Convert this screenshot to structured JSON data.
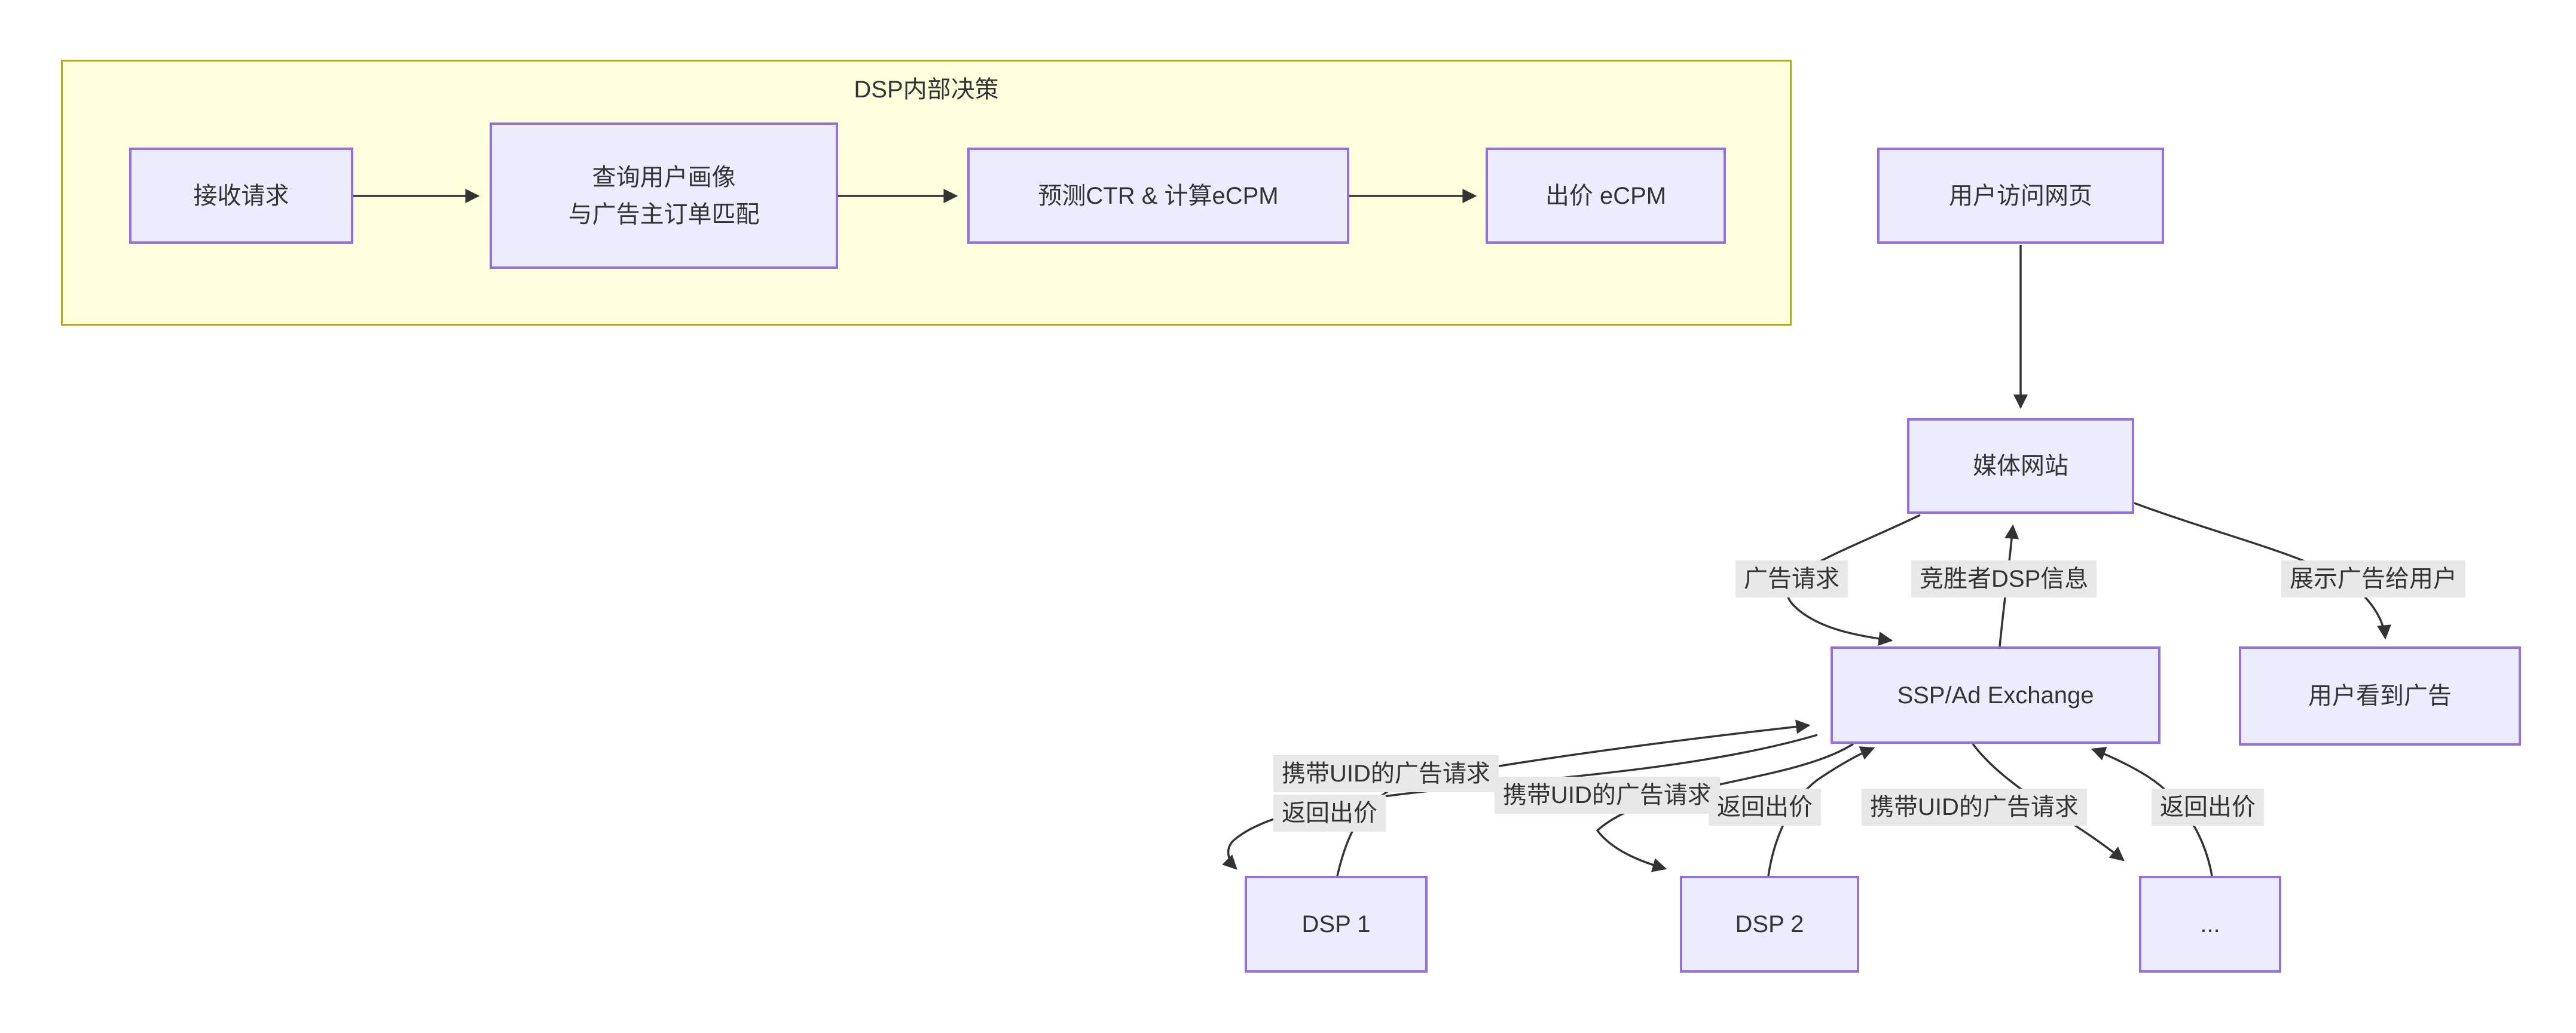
{
  "colors": {
    "node-fill": "#ECECFF",
    "node-border": "#9370DB",
    "cluster-fill": "#ffffde",
    "cluster-border": "#aaaa33",
    "edge-stroke": "#333333",
    "label-bg": "#e8e8e8",
    "text-color": "#333333",
    "page-bg": "#ffffff"
  },
  "subgraph": {
    "title": "DSP内部决策"
  },
  "diagram": {
    "nodes": [
      {
        "id": "A",
        "label": "接收请求"
      },
      {
        "id": "B",
        "label": "查询用户画像\n与广告主订单匹配"
      },
      {
        "id": "C",
        "label": "预测CTR & 计算eCPM"
      },
      {
        "id": "D",
        "label": "出价 eCPM"
      },
      {
        "id": "U",
        "label": "用户访问网页"
      },
      {
        "id": "M",
        "label": "媒体网站"
      },
      {
        "id": "S",
        "label": "SSP/Ad Exchange"
      },
      {
        "id": "V",
        "label": "用户看到广告"
      },
      {
        "id": "D1",
        "label": "DSP 1"
      },
      {
        "id": "D2",
        "label": "DSP 2"
      },
      {
        "id": "DN",
        "label": "..."
      }
    ],
    "edges": [
      {
        "from": "接收请求",
        "to": "查询用户画像 与广告主订单匹配",
        "label": ""
      },
      {
        "from": "查询用户画像 与广告主订单匹配",
        "to": "预测CTR & 计算eCPM",
        "label": ""
      },
      {
        "from": "预测CTR & 计算eCPM",
        "to": "出价 eCPM",
        "label": ""
      },
      {
        "from": "用户访问网页",
        "to": "媒体网站",
        "label": ""
      },
      {
        "from": "媒体网站",
        "to": "SSP/Ad Exchange",
        "label": "广告请求"
      },
      {
        "from": "SSP/Ad Exchange",
        "to": "媒体网站",
        "label": "竞胜者DSP信息"
      },
      {
        "from": "媒体网站",
        "to": "用户看到广告",
        "label": "展示广告给用户"
      },
      {
        "from": "SSP/Ad Exchange",
        "to": "DSP 1",
        "label": "携带UID的广告请求"
      },
      {
        "from": "DSP 1",
        "to": "SSP/Ad Exchange",
        "label": "返回出价"
      },
      {
        "from": "SSP/Ad Exchange",
        "to": "DSP 2",
        "label": "携带UID的广告请求"
      },
      {
        "from": "DSP 2",
        "to": "SSP/Ad Exchange",
        "label": "返回出价"
      },
      {
        "from": "SSP/Ad Exchange",
        "to": "...",
        "label": "携带UID的广告请求"
      },
      {
        "from": "...",
        "to": "SSP/Ad Exchange",
        "label": "返回出价"
      }
    ]
  }
}
